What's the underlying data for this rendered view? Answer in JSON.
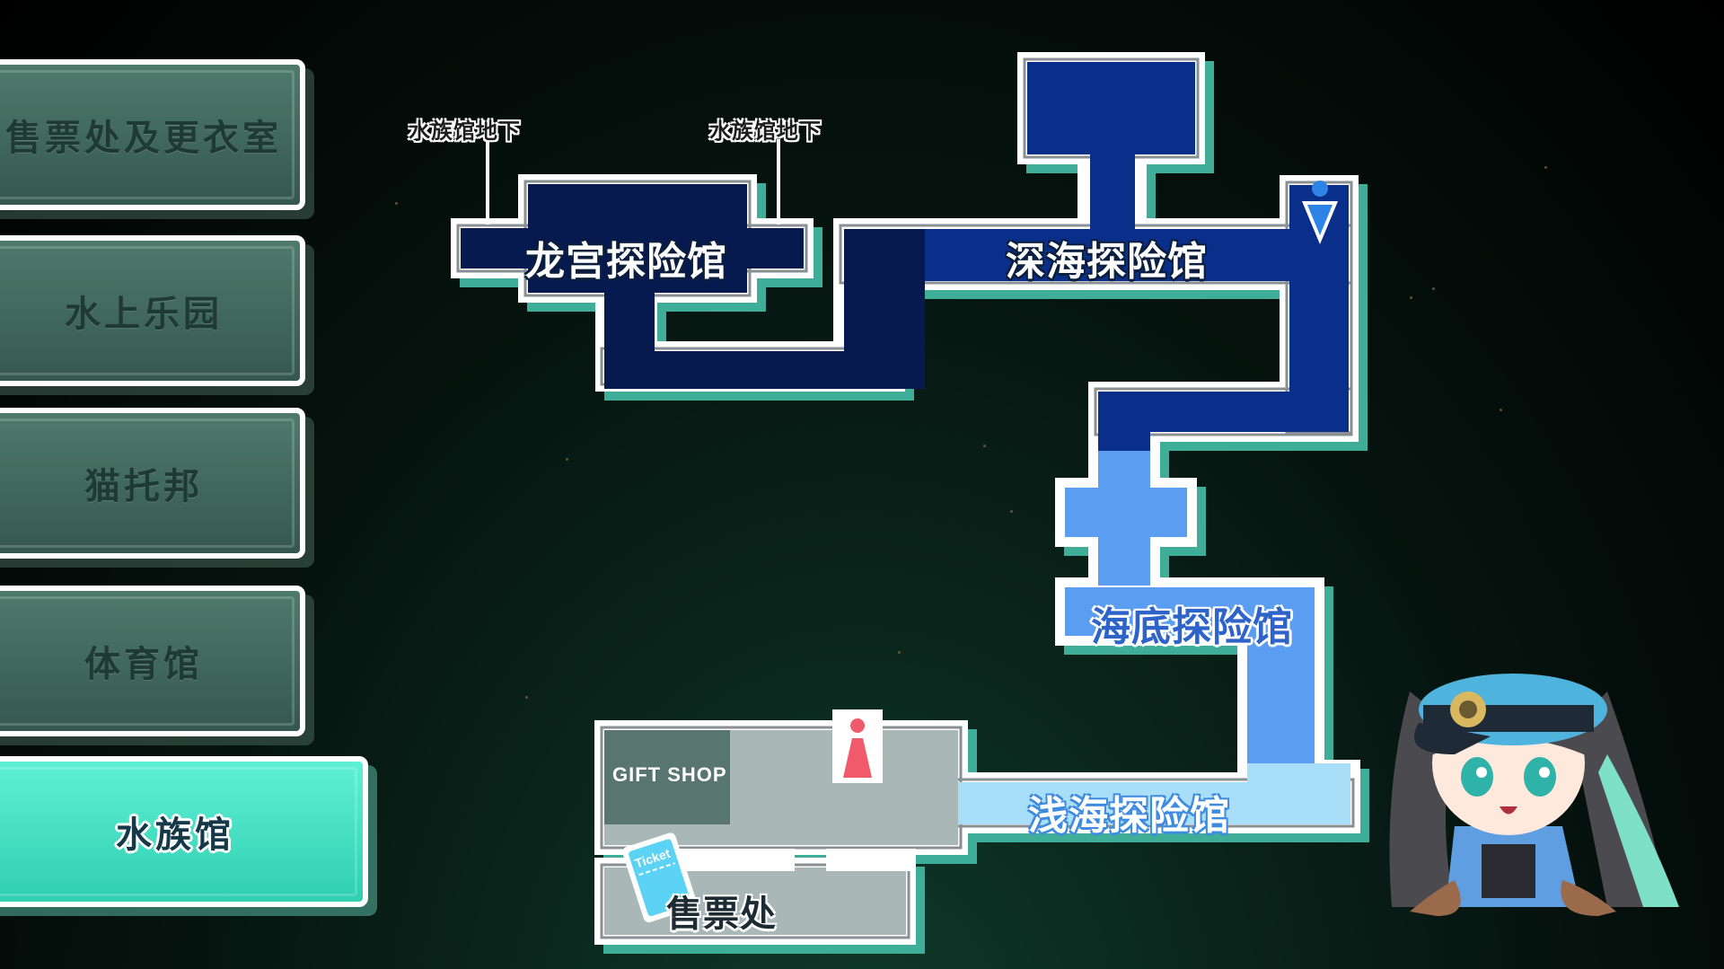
{
  "tabs": [
    {
      "label": "售票处及更衣室",
      "active": false
    },
    {
      "label": "水上乐园",
      "active": false
    },
    {
      "label": "猫托邦",
      "active": false
    },
    {
      "label": "体育馆",
      "active": false
    },
    {
      "label": "水族馆",
      "active": true
    }
  ],
  "map": {
    "rooms": {
      "dragon_palace": "龙宫探险馆",
      "deep_sea": "深海探险馆",
      "sea_floor": "海底探险馆",
      "shallow_sea": "浅海探险馆",
      "ticket_office": "售票处",
      "gift_shop": "GIFT SHOP"
    },
    "exits": {
      "left": "水族馆地下",
      "right": "水族馆地下"
    },
    "ticket_icon_text": "Ticket",
    "icons": {
      "mens_restroom": "male-restroom-icon",
      "womens_restroom": "female-restroom-icon",
      "ticket": "ticket-icon"
    }
  },
  "colors": {
    "dragon_palace": "#061a4f",
    "deep_sea": "#0a2f8a",
    "sea_floor": "#5b9df0",
    "shallow_sea": "#a9def8",
    "lobby": "#a9b7b6",
    "gift_shop": "#58766f",
    "active_tab": "#3fe0c2",
    "inactive_tab": "#426a5e",
    "border": "#ffffff",
    "shadow": "#3fae98"
  }
}
